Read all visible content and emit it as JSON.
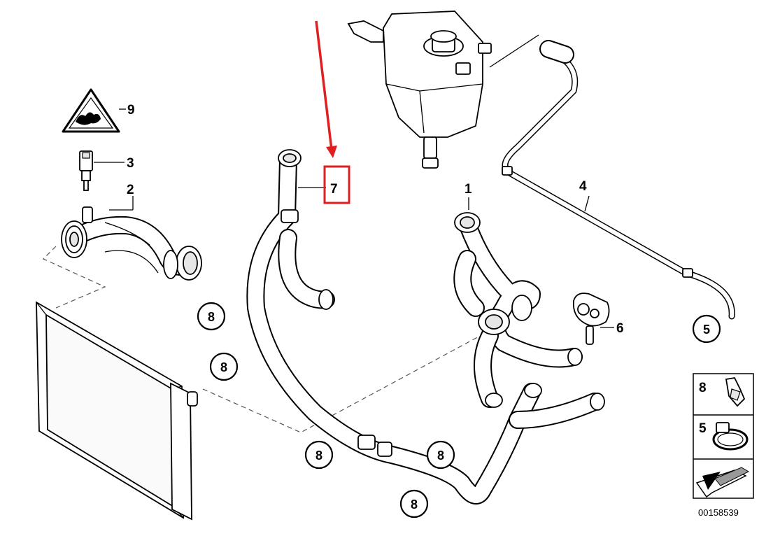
{
  "callouts": {
    "p1": "1",
    "p2": "2",
    "p3": "3",
    "p4": "4",
    "p5": "5",
    "p6": "6",
    "p7": "7",
    "p9": "9"
  },
  "circled_refs": {
    "c8a": "8",
    "c8b": "8",
    "c8c": "8",
    "c8d": "8",
    "c8e": "8",
    "c5": "5"
  },
  "legend": {
    "item_top": "8",
    "item_mid": "5"
  },
  "diagram_id": "00158539",
  "colors": {
    "highlight": "#e02020",
    "line": "#000000",
    "background": "#ffffff"
  }
}
